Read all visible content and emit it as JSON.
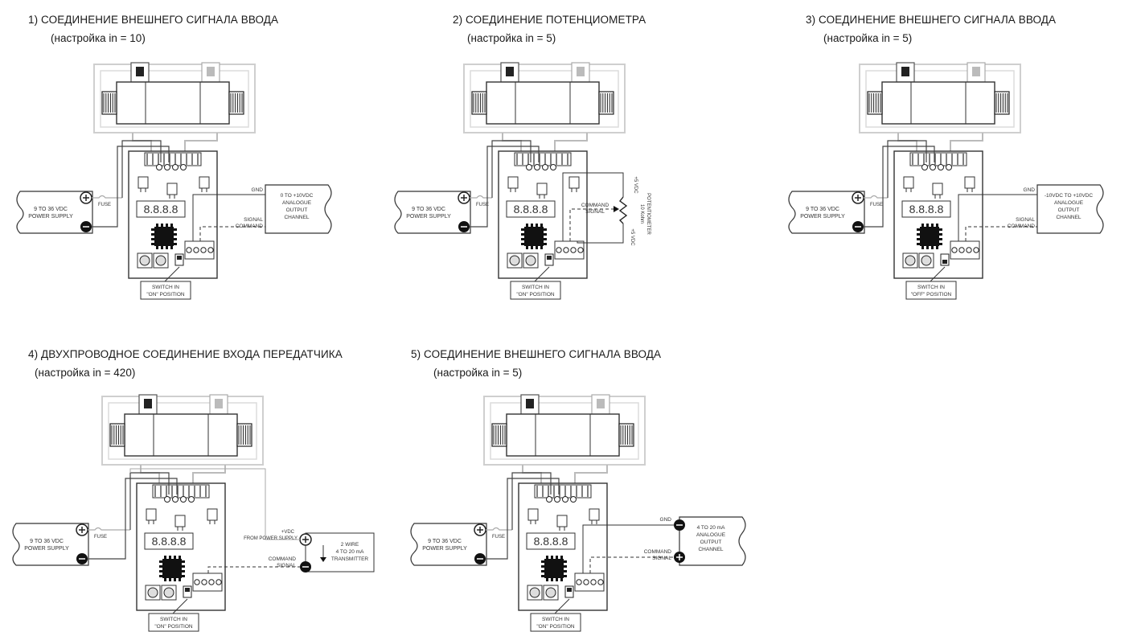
{
  "panels": [
    {
      "title": "1) СОЕДИНЕНИЕ ВНЕШНЕГО СИГНАЛА ВВОДА",
      "setting": "(настройка in = 10)",
      "power": {
        "line1": "9 TO 36 VDC",
        "line2": "POWER SUPPLY"
      },
      "fuse": "FUSE",
      "switch": {
        "line1": "SWITCH IN",
        "line2": "\"ON\" POSITION"
      },
      "source": {
        "kind": "channel",
        "lines": [
          "0 TO +10VDC",
          "ANALOGUE",
          "OUTPUT",
          "CHANNEL"
        ]
      },
      "wire_labels": {
        "top": "GND",
        "mid1": "SIGNAL",
        "mid2": "COMMAND"
      }
    },
    {
      "title": "2) СОЕДИНЕНИЕ ПОТЕНЦИОМЕТРА",
      "setting": "(настройка in = 5)",
      "power": {
        "line1": "9 TO 36 VDC",
        "line2": "POWER SUPPLY"
      },
      "fuse": "FUSE",
      "switch": {
        "line1": "SWITCH IN",
        "line2": "\"ON\" POSITION"
      },
      "source": {
        "kind": "pot",
        "lines": [
          "+5 VDC",
          "10 Kohm",
          "POTENTIOMETER",
          "+5 VDC"
        ]
      },
      "wire_labels": {
        "top": "",
        "mid1": "COMMAND",
        "mid2": "SIGNAL"
      }
    },
    {
      "title": "3) СОЕДИНЕНИЕ ВНЕШНЕГО СИГНАЛА ВВОДА",
      "setting": "(настройка in = 5)",
      "power": {
        "line1": "9 TO 36 VDC",
        "line2": "POWER SUPPLY"
      },
      "fuse": "FUSE",
      "switch": {
        "line1": "SWITCH IN",
        "line2": "\"OFF\" POSITION"
      },
      "source": {
        "kind": "channel",
        "lines": [
          "-10VDC TO +10VDC",
          "ANALOGUE",
          "OUTPUT",
          "CHANNEL"
        ]
      },
      "wire_labels": {
        "top": "GND",
        "mid1": "SIGNAL",
        "mid2": "COMMAND"
      }
    },
    {
      "title": "4) ДВУХПРОВОДНОЕ СОЕДИНЕНИЕ ВХОДА ПЕРЕДАТЧИКА",
      "setting": "(настройка in = 420)",
      "power": {
        "line1": "9 TO 36 VDC",
        "line2": "POWER SUPPLY"
      },
      "fuse": "FUSE",
      "switch": {
        "line1": "SWITCH IN",
        "line2": "\"ON\" POSITION"
      },
      "source": {
        "kind": "transmitter",
        "lines": [
          "2 WIRE",
          "4 TO 20 mA",
          "TRANSMITTER"
        ]
      },
      "wire_labels": {
        "top": "+VDC",
        "top2": "FROM POWER SUPPLY",
        "mid1": "COMMAND",
        "mid2": "SIGNAL"
      }
    },
    {
      "title": "5) СОЕДИНЕНИЕ ВНЕШНЕГО СИГНАЛА ВВОДА",
      "setting": "(настройка in = 5)",
      "power": {
        "line1": "9 TO 36 VDC",
        "line2": "POWER SUPPLY"
      },
      "fuse": "FUSE",
      "switch": {
        "line1": "SWITCH IN",
        "line2": "\"ON\" POSITION"
      },
      "source": {
        "kind": "channel420",
        "lines": [
          "4 TO 20 mA",
          "ANALOGUE",
          "OUTPUT",
          "CHANNEL"
        ]
      },
      "wire_labels": {
        "top": "GND",
        "mid1": "COMMAND",
        "mid2": "SIGNAL"
      }
    }
  ],
  "display": "8.8.8.8"
}
